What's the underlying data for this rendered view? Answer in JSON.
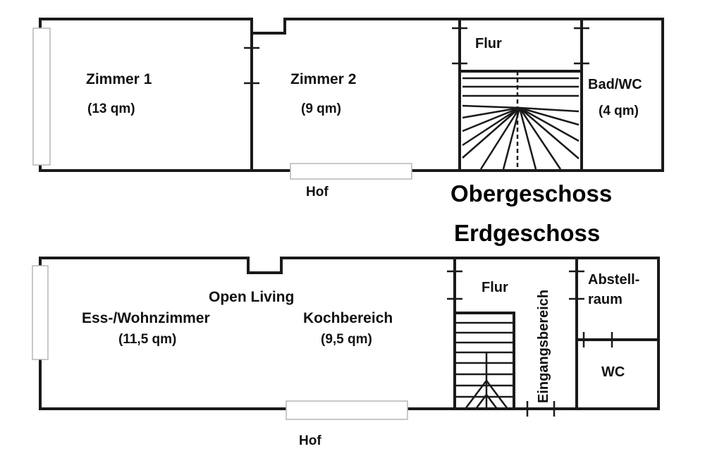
{
  "upper_floor": {
    "heading": "Obergeschoss",
    "rooms": [
      {
        "id": "zimmer1",
        "name": "Zimmer 1",
        "area": "(13 qm)"
      },
      {
        "id": "zimmer2",
        "name": "Zimmer 2",
        "area": "(9 qm)"
      },
      {
        "id": "flur",
        "name": "Flur"
      },
      {
        "id": "bad",
        "name": "Bad/WC",
        "area": "(4 qm)"
      }
    ],
    "courtyard_label": "Hof"
  },
  "ground_floor": {
    "heading": "Erdgeschoss",
    "open_living_label": "Open Living",
    "rooms": [
      {
        "id": "wohnzimmer",
        "name": "Ess-/Wohnzimmer",
        "area": "(11,5 qm)"
      },
      {
        "id": "kochbereich",
        "name": "Kochbereich",
        "area": "(9,5 qm)"
      },
      {
        "id": "flur",
        "name": "Flur"
      },
      {
        "id": "eingang",
        "name": "Eingangsbereich"
      },
      {
        "id": "abstell",
        "name_line1": "Abstell-",
        "name_line2": "raum"
      },
      {
        "id": "wc",
        "name": "WC"
      }
    ],
    "courtyard_label": "Hof"
  }
}
